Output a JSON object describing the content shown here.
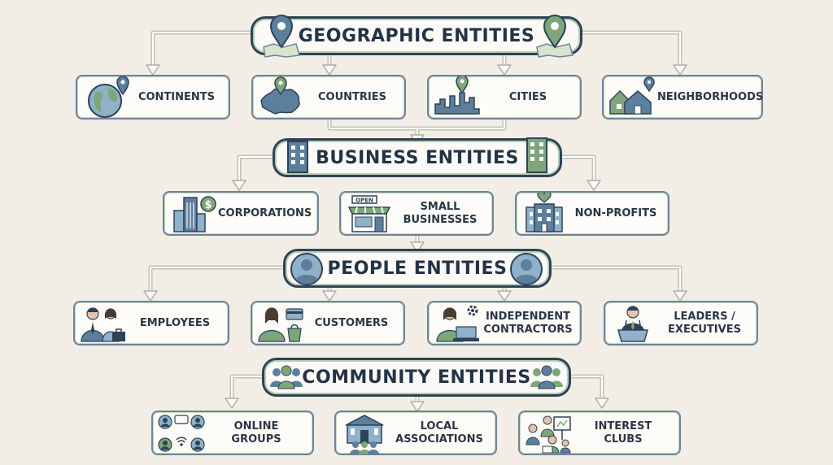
{
  "headers": {
    "geographic": "GEOGRAPHIC ENTITIES",
    "business": "BUSINESS ENTITIES",
    "people": "PEOPLE ENTITIES",
    "community": "COMMUNITY ENTITIES"
  },
  "geographic_items": [
    "CONTINENTS",
    "COUNTRIES",
    "CITIES",
    "NEIGHBORHOODS"
  ],
  "business_items": [
    "CORPORATIONS",
    "SMALL\nBUSINESSES",
    "NON-PROFITS"
  ],
  "people_items": [
    "EMPLOYEES",
    "CUSTOMERS",
    "INDEPENDENT\nCONTRACTORS",
    "LEADERS /\nEXECUTIVES"
  ],
  "community_items": [
    "ONLINE\nGROUPS",
    "LOCAL\nASSOCIATIONS",
    "INTEREST\nCLUBS"
  ],
  "icons": {
    "continents": "globe-pin-icon",
    "countries": "country-map-pin-icon",
    "cities": "city-skyline-pin-icon",
    "neighborhoods": "houses-pin-icon",
    "corporations": "office-tower-dollar-icon",
    "small_businesses": "open-shop-icon",
    "non_profits": "building-heart-icon",
    "employees": "employees-briefcase-icon",
    "customers": "customer-card-bag-icon",
    "contractors": "worker-laptop-gear-icon",
    "leaders": "leader-podium-icon",
    "online_groups": "online-group-chat-icon",
    "local_associations": "hall-people-icon",
    "interest_clubs": "club-activity-icon",
    "shop_sign": "OPEN"
  },
  "colors": {
    "navy": "#2e4257",
    "slate_blue": "#5d7f9e",
    "sage_green": "#7fa67a",
    "background": "#f2eee6"
  }
}
